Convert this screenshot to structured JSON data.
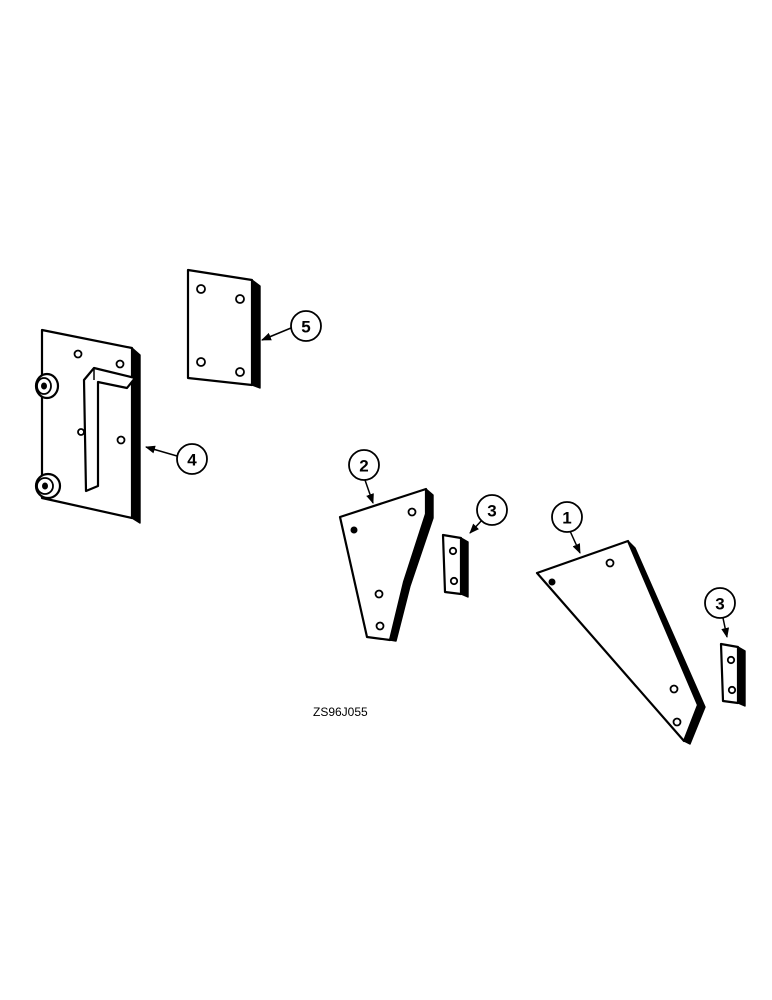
{
  "callouts": {
    "c1": "1",
    "c2": "2",
    "c3a": "3",
    "c3b": "3",
    "c4": "4",
    "c5": "5"
  },
  "reference_code": "ZS96J055"
}
